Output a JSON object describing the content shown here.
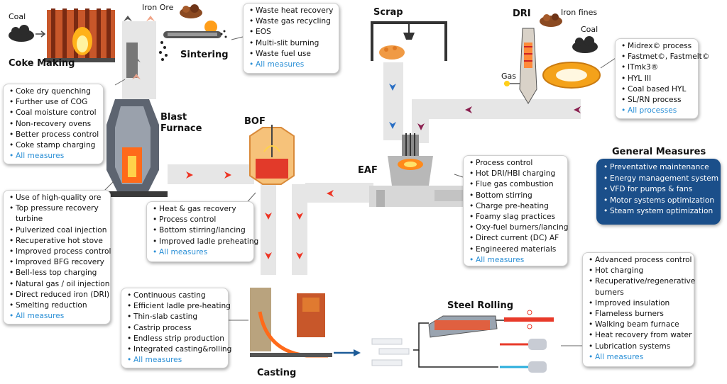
{
  "labels": {
    "coal": "Coal",
    "coke_making": "Coke Making",
    "iron_ore": "Iron Ore",
    "sintering": "Sintering",
    "blast_furnace": "Blast Furnace",
    "bof": "BOF",
    "scrap": "Scrap",
    "eaf": "EAF",
    "dri": "DRI",
    "iron_fines": "Iron fines",
    "coal_dri": "Coal",
    "gas": "Gas",
    "casting": "Casting",
    "steel_rolling": "Steel Rolling",
    "general_measures": "General Measures"
  },
  "boxes": {
    "sintering": [
      "Waste heat recovery",
      "Waste gas recycling",
      "EOS",
      "Multi-slit burning",
      "Waste fuel use",
      "All measures"
    ],
    "coke_making": [
      "Coke dry quenching",
      "Further use of COG",
      "Coal moisture control",
      "Non-recovery ovens",
      "Better process control",
      "Coke stamp charging",
      "All measures"
    ],
    "blast_furnace": [
      "Use of high-quality ore",
      "Top pressure recovery turbine",
      "Pulverized coal injection",
      "Recuperative hot stove",
      "Improved process control",
      "Improved BFG recovery",
      "Bell-less top charging",
      "Natural gas / oil injection",
      "Direct reduced iron (DRI)",
      "Smelting reduction",
      "All measures"
    ],
    "bof": [
      "Heat & gas recovery",
      "Process control",
      "Bottom stirring/lancing",
      "Improved ladle preheating",
      "All measures"
    ],
    "dri": [
      "Midrex© process",
      "Fastmet©, Fastmelt©",
      "ITmk3®",
      "HYL III",
      "Coal based HYL",
      "SL/RN process",
      "All processes"
    ],
    "eaf": [
      "Process control",
      "Hot DRI/HBI charging",
      "Flue gas combustion",
      "Bottom stirring",
      "Charge pre-heating",
      "Foamy slag practices",
      "Oxy-fuel burners/lancing",
      "Direct current (DC) AF",
      "Engineered materials",
      "All measures"
    ],
    "casting": [
      "Continuous casting",
      "Efficient ladle pre-heating",
      "Thin-slab casting",
      "Castrip process",
      "Endless strip production",
      "Integrated casting&rolling",
      "All measures"
    ],
    "rolling": [
      "Advanced process control",
      "Hot charging",
      "Recuperative/regenerative burners",
      "Improved insulation",
      "Flameless burners",
      "Walking beam furnace",
      "Heat recovery from water",
      "Lubrication systems",
      "All measures"
    ],
    "general": [
      "Preventative maintenance",
      "Energy management system",
      "VFD for pumps & fans",
      "Motor systems optimization",
      "Steam system optimization"
    ]
  },
  "colors": {
    "link": "#2a8fd6",
    "general_box": "#1b4f8a",
    "flow_band": "#e6e6e6",
    "arrow_red": "#ee3322",
    "arrow_blue": "#2a6fc4",
    "arrow_purple": "#8a1f4f"
  }
}
